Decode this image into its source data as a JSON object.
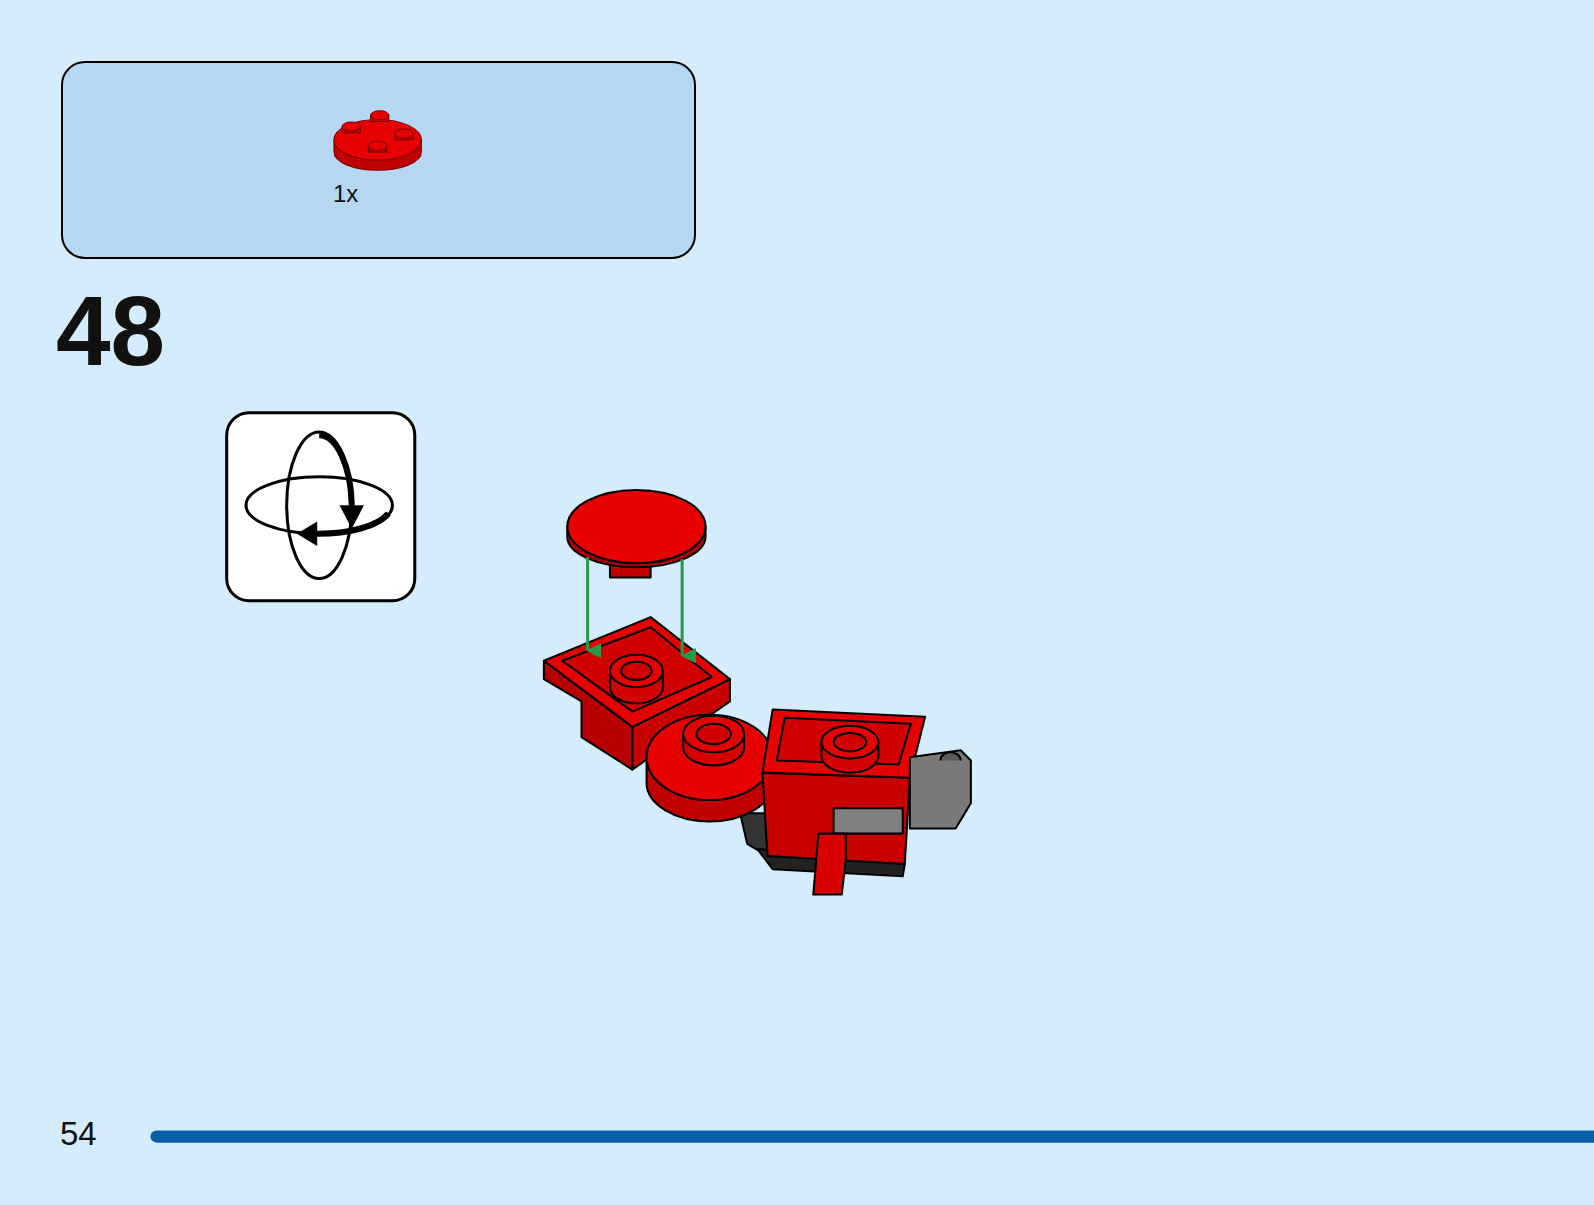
{
  "diagram": {
    "nodes": [
      {
        "text": [
          "1x"
        ]
      }
    ],
    "labels": [
      "48",
      "54"
    ]
  }
}
